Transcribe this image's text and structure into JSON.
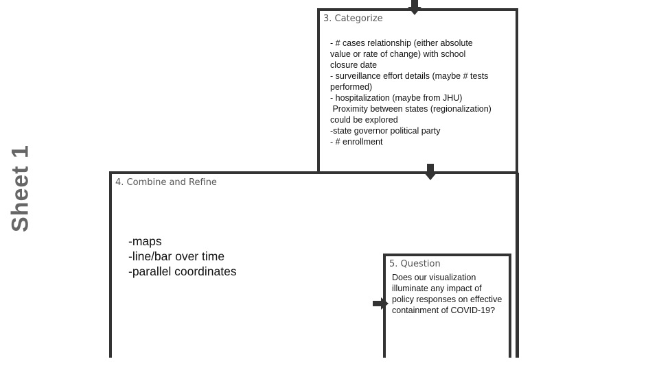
{
  "sheet_label": "Sheet 1",
  "boxes": {
    "categorize": {
      "title": "3. Categorize",
      "lines": [
        "- # cases relationship (either absolute",
        "value or rate of change) with school",
        "closure date",
        "- surveillance effort details (maybe # tests",
        "performed)",
        "- hospitalization (maybe from JHU)",
        " Proximity between states (regionalization)",
        "could be explored",
        "-state governor political party",
        "- # enrollment"
      ]
    },
    "combine_refine": {
      "title": "4. Combine and Refine",
      "lines": [
        "-maps",
        "-line/bar over time",
        "-parallel coordinates"
      ]
    },
    "question": {
      "title": "5. Question",
      "text": "Does our visualization illuminate any impact of policy responses on effective containment of COVID-19?"
    }
  },
  "colors": {
    "border": "#333333",
    "sheet_label": "#666666",
    "title": "#555555"
  }
}
